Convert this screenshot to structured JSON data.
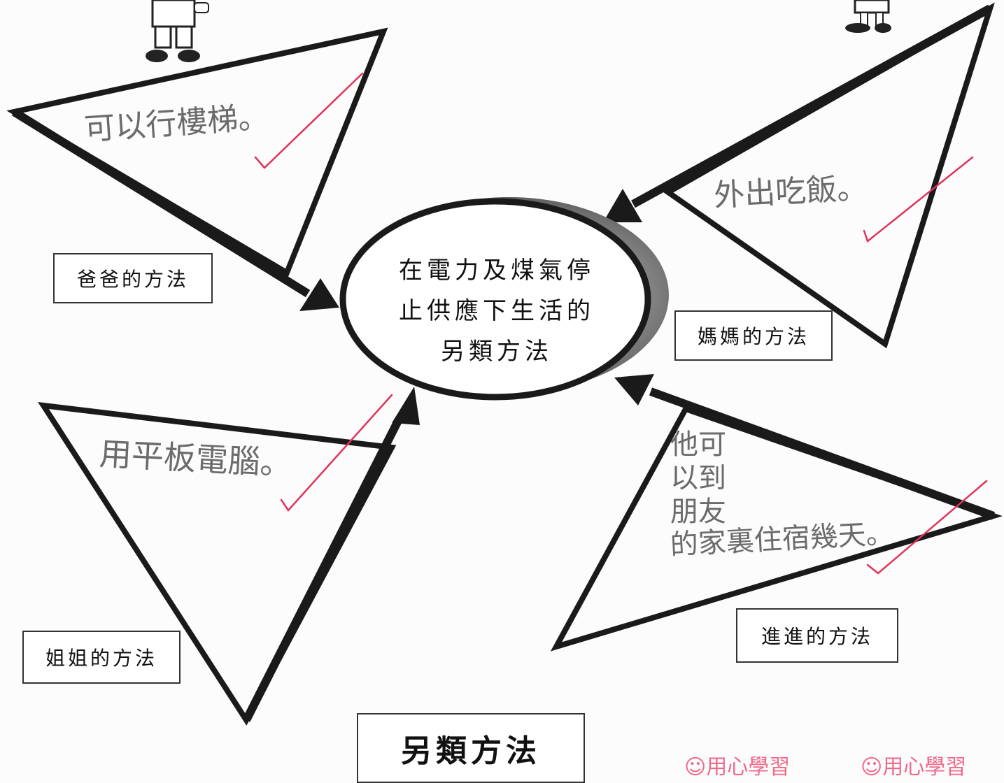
{
  "center": {
    "line1": "在電力及煤氣停",
    "line2": "止供應下生活的",
    "line3": "另類方法"
  },
  "labels": {
    "dad": "爸爸的方法",
    "mom": "媽媽的方法",
    "sister": "姐姐的方法",
    "brother": "進進的方法"
  },
  "answers": {
    "dad": "可以行樓梯。",
    "mom": "外出吃飯。",
    "sister": "用平板電腦。",
    "brother_l1": "他可",
    "brother_l2": "以到",
    "brother_l3": "朋友",
    "brother_l4": "的家裏住宿幾天。"
  },
  "title": "另類方法",
  "logos": [
    "用心學習",
    "用心學習"
  ]
}
